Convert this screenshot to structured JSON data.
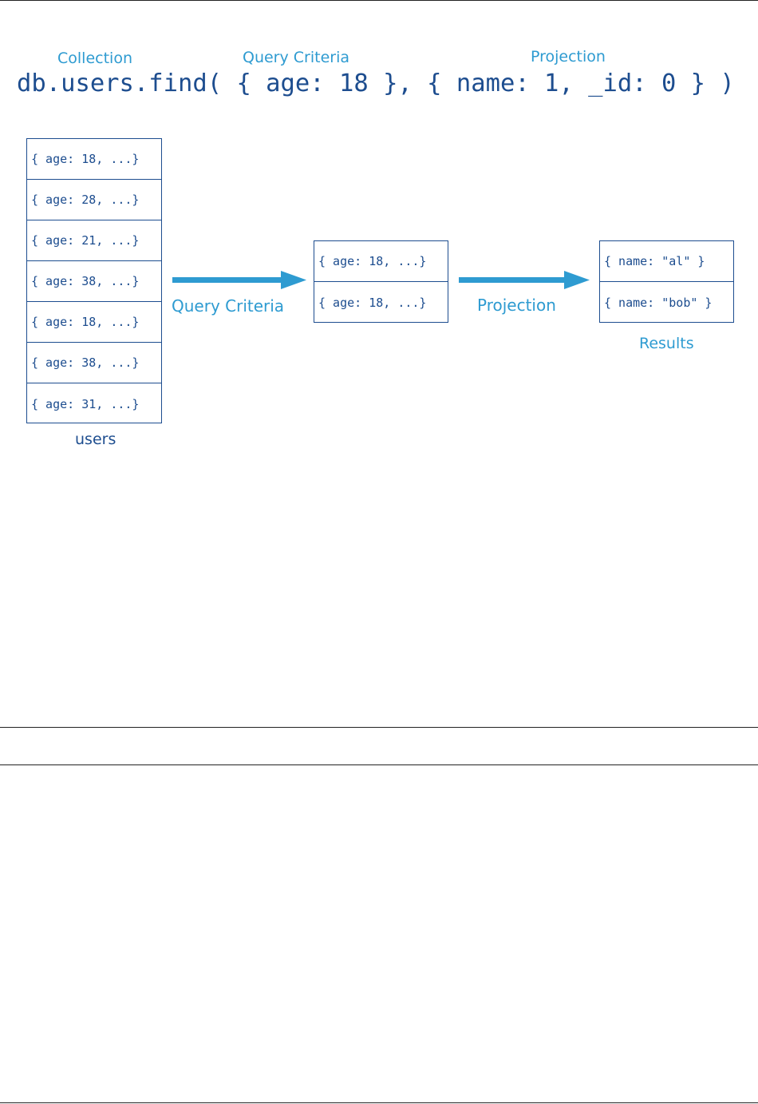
{
  "labels": {
    "collection": "Collection",
    "query_criteria": "Query Criteria",
    "projection": "Projection"
  },
  "query": "db.users.find( { age: 18 }, { name: 1, _id: 0 } )",
  "collection_docs": [
    "{ age: 18, ...}",
    "{ age: 28, ...}",
    "{ age: 21, ...}",
    "{ age: 38, ...}",
    "{ age: 18, ...}",
    "{ age: 38, ...}",
    "{ age: 31, ...}"
  ],
  "collection_caption": "users",
  "arrow_labels": {
    "query_criteria": "Query Criteria",
    "projection": "Projection"
  },
  "filtered_docs": [
    "{ age: 18, ...}",
    "{ age: 18, ...}"
  ],
  "result_docs": [
    "{ name: \"al\" }",
    "{ name: \"bob\" }"
  ],
  "results_caption": "Results",
  "colors": {
    "accent": "#2e9bd1",
    "navy": "#1d4d8f",
    "rule": "#222222"
  }
}
